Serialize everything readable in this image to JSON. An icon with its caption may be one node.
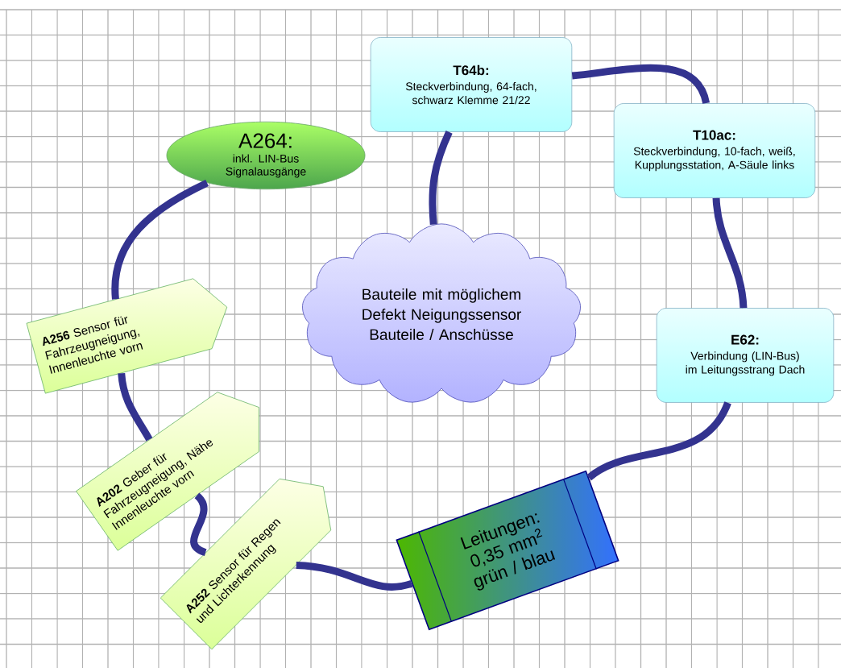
{
  "diagram": {
    "nodes": [
      {
        "text": [
          "A264:",
          "inkl. LIN-Bus Signalausgänge"
        ]
      },
      {
        "text": [
          "T64b:",
          "Steckverbindung, 64-fach, schwarz Klemme 21/22"
        ]
      },
      {
        "text": [
          "T10ac:",
          "Steckverbindung, 10-fach, weiß,  Kupplungsstation, A-Säule links"
        ]
      },
      {
        "text": [
          "Bauteile mit möglichem Defekt Neigungssensor Bauteile / Anschüsse"
        ]
      },
      {
        "text": [
          "E62:",
          "Verbindung (LIN-Bus) im Leitungsstrang Dach"
        ]
      },
      {
        "text": [
          "Leitungen: 0,35 mm$^{2}$ grün / blau"
        ]
      },
      {
        "text": [
          "**A256** Sensor für Fahrzeugneigung, Innenleuchte vorn"
        ]
      },
      {
        "text": [
          "**A202** Geber für Fahrzeugneigung, Nähe Innenleuchte vorn"
        ]
      },
      {
        "text": [
          "**A252** Sensor für Regen und Lichterkennung"
        ]
      }
    ],
    "edges": [
      {
        "from": 1,
        "to": 2,
        "arrow": "none"
      },
      {
        "from": 2,
        "to": 4,
        "arrow": "none"
      },
      {
        "from": 4,
        "to": 5,
        "arrow": "none"
      },
      {
        "from": 5,
        "to": 8,
        "arrow": "none"
      },
      {
        "from": 8,
        "to": 7,
        "arrow": "none"
      },
      {
        "from": 7,
        "to": 6,
        "arrow": "none"
      },
      {
        "from": 6,
        "to": 0,
        "arrow": "none"
      },
      {
        "from": 1,
        "to": 3,
        "arrow": "none"
      }
    ]
  }
}
